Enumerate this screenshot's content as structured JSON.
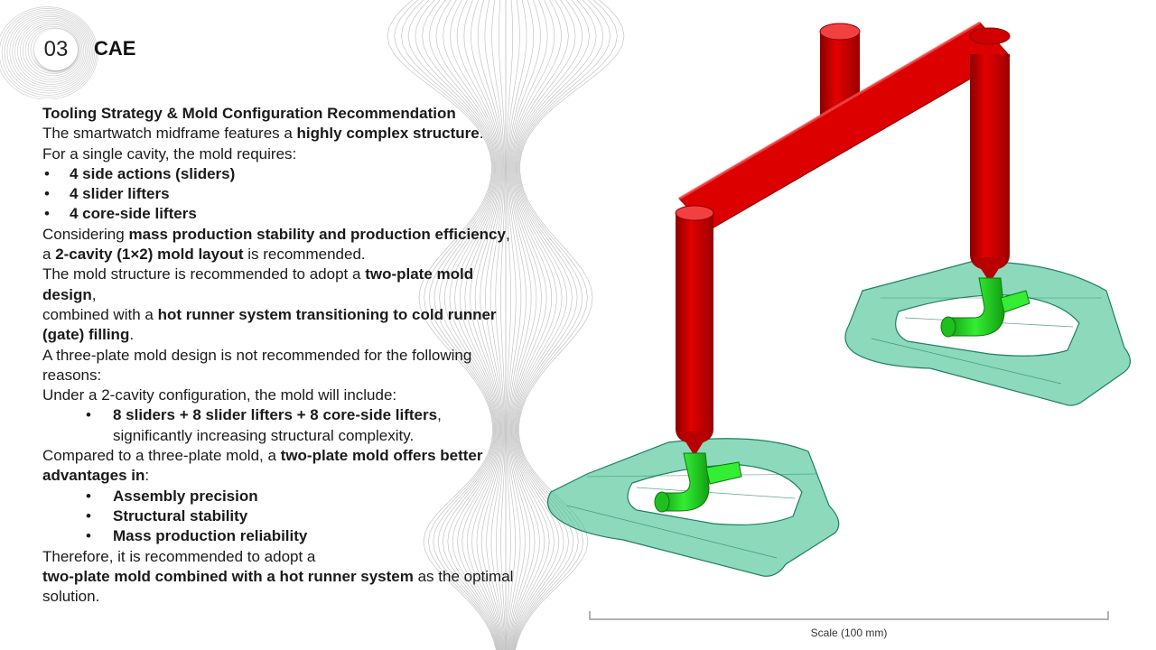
{
  "header": {
    "section_number": "03",
    "section_title": "CAE"
  },
  "content": {
    "heading": "Tooling Strategy & Mold Configuration Recommendation",
    "l1_a": "The smartwatch midframe features a ",
    "l1_b": "highly complex structure",
    "l1_c": ".",
    "l2": "For a single cavity, the mold requires:",
    "req_bullets": [
      "4 side actions (sliders)",
      "4 slider lifters",
      "4 core-side lifters"
    ],
    "c1_a": "Considering ",
    "c1_b": "mass production stability and production efficiency",
    "c1_c": ",",
    "c2_a": "a ",
    "c2_b": "2-cavity (1×2) mold layout",
    "c2_c": " is recommended.",
    "m1_a": "The mold structure is recommended to adopt a ",
    "m1_b": "two-plate mold design",
    "m1_c": ",",
    "m2_a": "combined with a ",
    "m2_b": "hot runner system transitioning to cold runner (gate) filling",
    "m2_c": ".",
    "t1": "A three-plate mold design is not recommended for the following reasons:",
    "t2": "Under a 2-cavity configuration, the mold will include:",
    "sub_a": "8 sliders + 8 slider lifters + 8 core-side lifters",
    "sub_b": ",",
    "sub_c": "significantly increasing structural complexity.",
    "cmp_a": "Compared to a three-plate mold, a ",
    "cmp_b": "two-plate mold offers better advantages in",
    "cmp_c": ":",
    "adv_bullets": [
      "Assembly precision",
      "Structural stability",
      "Mass production reliability"
    ],
    "f1": "Therefore, it is recommended to adopt a",
    "f2_a": "two-plate mold combined with a hot runner system",
    "f2_b": " as the optimal solution."
  },
  "figure": {
    "scale_label": "Scale (100 mm)",
    "colors": {
      "runner": "#dd0000",
      "gate": "#22dd22",
      "part": "#3fbf8f"
    }
  }
}
